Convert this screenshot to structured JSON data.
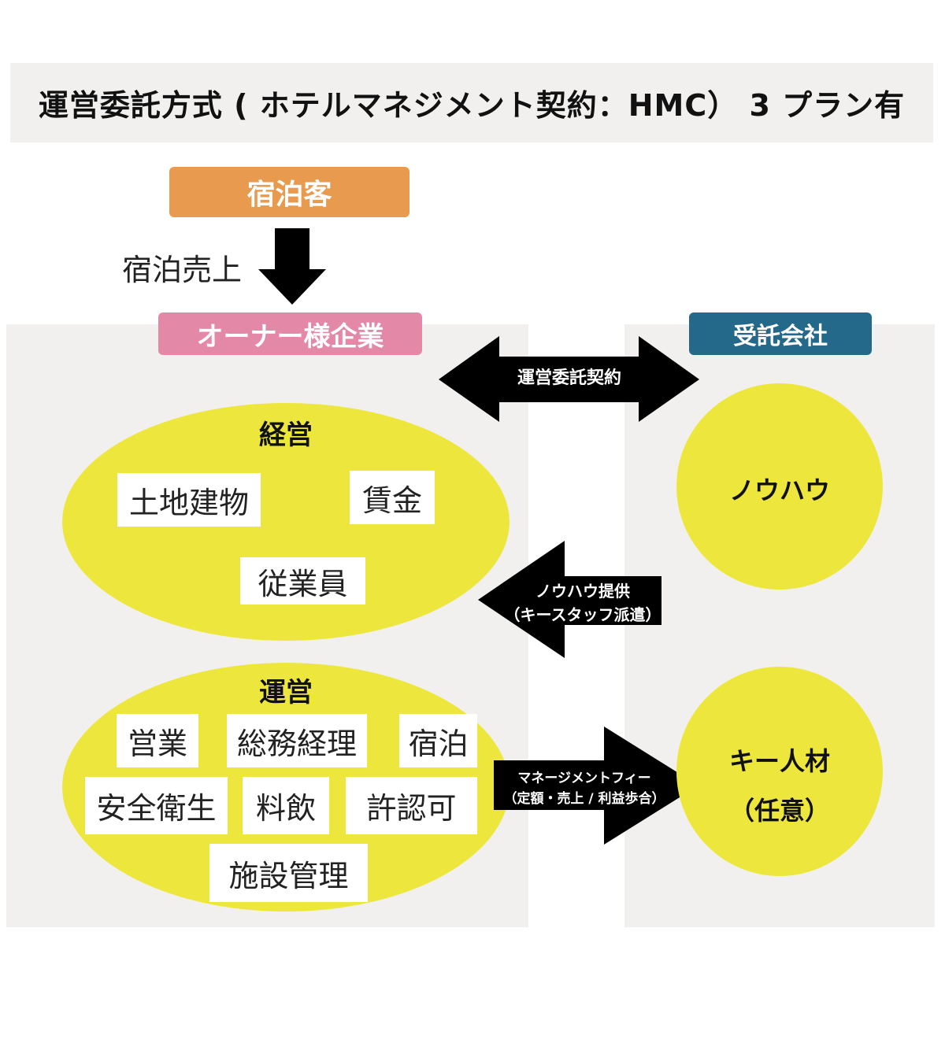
{
  "title": "運営委託方式 ( ホテルマネジメント契約：HMC） 3 プラン有",
  "guest": {
    "label": "宿泊客"
  },
  "sales_label": "宿泊売上",
  "owner": {
    "label": "オーナー様企業",
    "management": {
      "heading": "経営",
      "items": [
        "土地建物",
        "賃金",
        "従業員"
      ]
    },
    "operations": {
      "heading": "運営",
      "items": [
        "営業",
        "総務経理",
        "宿泊",
        "安全衛生",
        "料飲",
        "許認可",
        "施設管理"
      ]
    }
  },
  "contractor": {
    "label": "受託会社",
    "knowhow": "ノウハウ",
    "key_staff": {
      "line1": "キー人材",
      "line2": "（任意）"
    }
  },
  "arrows": {
    "contract": "運営委託契約",
    "knowhow_provision": {
      "line1": "ノウハウ提供",
      "line2": "（キースタッフ派遣）"
    },
    "fee": {
      "line1": "マネージメントフィー",
      "line2": "（定額・売上 / 利益歩合）"
    }
  },
  "colors": {
    "guest": "#e89b4e",
    "owner": "#e388a6",
    "contractor": "#25698a",
    "yellow": "#ede73d",
    "panel": "#f1f0ef"
  }
}
